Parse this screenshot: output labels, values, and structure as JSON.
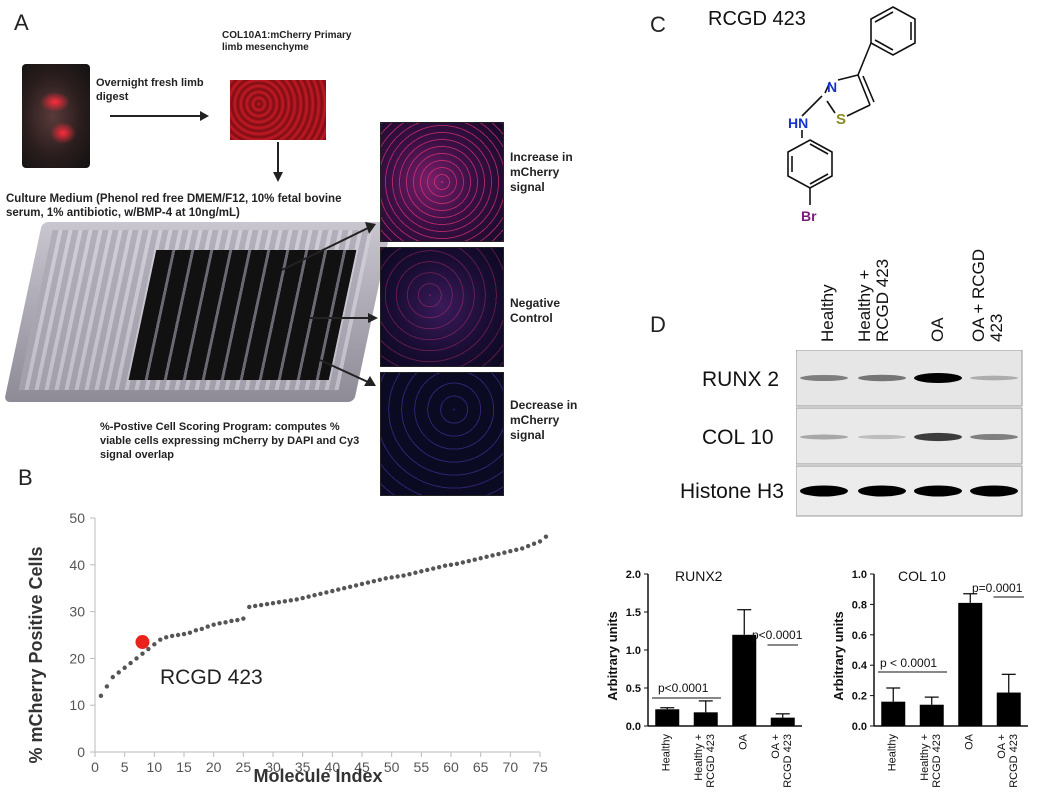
{
  "figure": {
    "panel_letters": [
      "A",
      "B",
      "C",
      "D"
    ]
  },
  "panel_a": {
    "arrow_label": "Overnight fresh limb digest",
    "cells_label": "COL10A1:mCherry Primary limb mesenchyme",
    "medium_label": "Culture Medium (Phenol red free DMEM/F12, 10% fetal bovine serum, 1% antibiotic, w/BMP-4 at 10ng/mL)",
    "scoring_label": "%-Postive Cell Scoring Program: computes % viable cells expressing mCherry by DAPI and Cy3 signal overlap",
    "result_labels": [
      "Increase in mCherry signal",
      "Negative Control",
      "Decrease in mCherry signal"
    ]
  },
  "panel_c": {
    "compound_name": "RCGD 423",
    "atoms": {
      "N": "N",
      "HN": "HN",
      "S": "S",
      "Br": "Br"
    }
  },
  "panel_d": {
    "lanes": [
      "Healthy",
      "Healthy + RCGD 423",
      "OA",
      "OA + RCGD 423"
    ],
    "blots": [
      "RUNX 2",
      "COL 10",
      "Histone H3"
    ],
    "band_intensity": {
      "RUNX 2": [
        0.35,
        0.4,
        1.0,
        0.12
      ],
      "COL 10": [
        0.15,
        0.05,
        0.7,
        0.35
      ],
      "Histone H3": [
        1.0,
        1.0,
        1.0,
        1.0
      ]
    }
  },
  "chart_data": [
    {
      "type": "scatter",
      "xlabel": "Molecule Index",
      "ylabel": "% mCherry Positive Cells",
      "xlim": [
        0,
        75
      ],
      "ylim": [
        0,
        50
      ],
      "xticks": [
        "0",
        "5",
        "10",
        "15",
        "20",
        "25",
        "30",
        "35",
        "40",
        "45",
        "50",
        "55",
        "60",
        "65",
        "70",
        "75"
      ],
      "yticks": [
        "0",
        "10",
        "20",
        "30",
        "40",
        "50"
      ],
      "highlight": {
        "x": 8,
        "y": 23.5,
        "label": "RCGD 423",
        "color": "#e8231b"
      },
      "y": [
        12,
        14,
        16,
        17,
        18,
        19,
        20,
        21,
        22,
        23,
        24,
        24.5,
        24.8,
        25,
        25.2,
        25.5,
        26,
        26.3,
        26.8,
        27.2,
        27.5,
        27.7,
        28,
        28.2,
        28.5,
        31,
        31.2,
        31.4,
        31.6,
        31.8,
        32,
        32.2,
        32.4,
        32.6,
        32.9,
        33.2,
        33.5,
        33.8,
        34.1,
        34.4,
        34.7,
        35,
        35.3,
        35.6,
        35.9,
        36.2,
        36.5,
        36.8,
        37.1,
        37.3,
        37.5,
        37.7,
        38,
        38.3,
        38.6,
        38.9,
        39.2,
        39.5,
        39.8,
        40,
        40.2,
        40.5,
        40.8,
        41.1,
        41.4,
        41.7,
        42,
        42.3,
        42.6,
        42.9,
        43.2,
        43.5,
        44,
        44.5,
        45,
        46
      ]
    },
    {
      "type": "bar",
      "title": "RUNX2",
      "ylabel": "Arbitrary units",
      "categories": [
        "Healthy",
        "Healthy + RCGD 423",
        "OA",
        "OA + RCGD 423"
      ],
      "values": [
        0.22,
        0.18,
        1.2,
        0.11
      ],
      "errors": [
        0.02,
        0.15,
        0.33,
        0.05
      ],
      "ylim": [
        0,
        2.0
      ],
      "yticks": [
        "0.0",
        "0.5",
        "1.0",
        "1.5",
        "2.0"
      ],
      "annotations": [
        "p<0.0001",
        "p<0.0001"
      ]
    },
    {
      "type": "bar",
      "title": "COL 10",
      "ylabel": "Arbitrary units",
      "categories": [
        "Healthy",
        "Healthy + RCGD 423",
        "OA",
        "OA + RCGD 423"
      ],
      "values": [
        0.16,
        0.14,
        0.81,
        0.22
      ],
      "errors": [
        0.09,
        0.05,
        0.06,
        0.12
      ],
      "ylim": [
        0,
        1.0
      ],
      "yticks": [
        "0.0",
        "0.2",
        "0.4",
        "0.6",
        "0.8",
        "1.0"
      ],
      "annotations": [
        "p < 0.0001",
        "p=0.0001"
      ]
    }
  ]
}
